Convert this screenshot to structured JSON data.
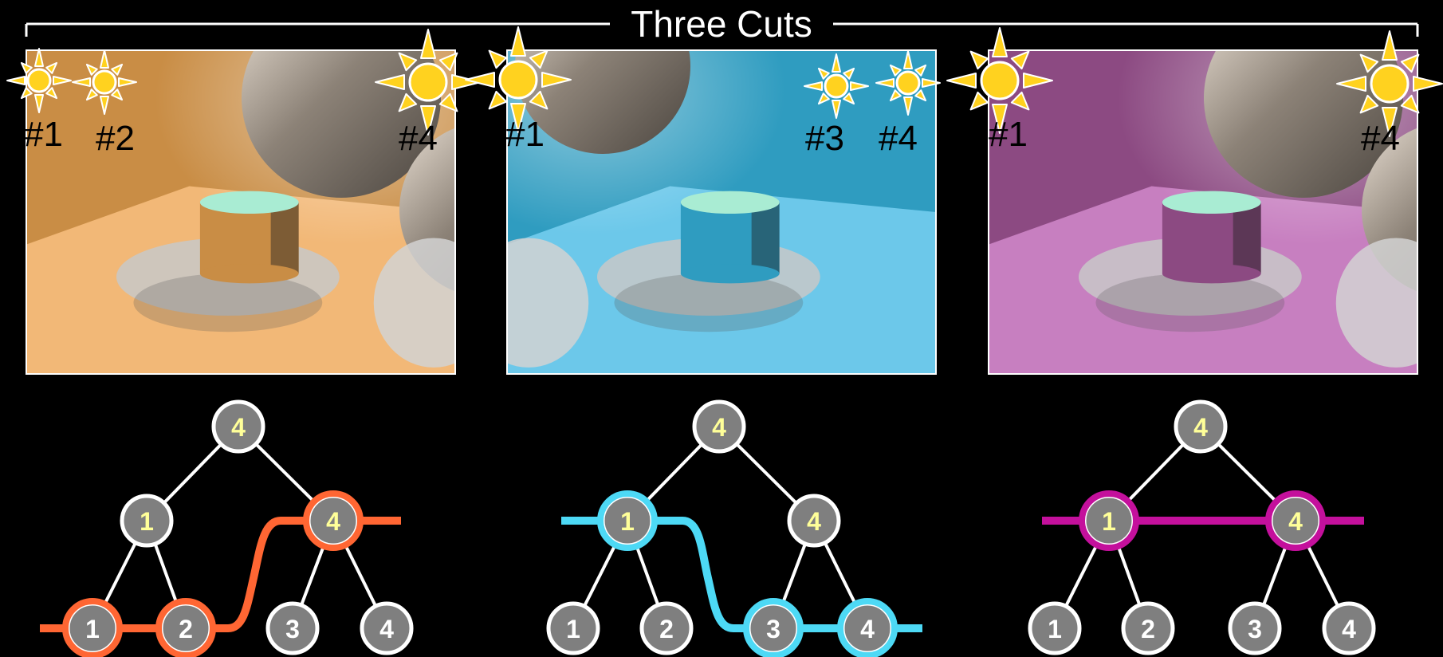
{
  "title": "Three Cuts",
  "colors": {
    "background": "#000000",
    "line": "#ffffff",
    "node_fill": "#7f7f7f",
    "node_text": "#ffff99",
    "cut1": "#ff6633",
    "cut2": "#4dd9f5",
    "cut3": "#c4109c",
    "sun": "#ffd21f",
    "sun_outline": "#ffffff"
  },
  "panels": [
    {
      "id": "cut1",
      "tint": "#c98d45",
      "tint_floor": "#f2b877",
      "lights": [
        {
          "label": "#1",
          "size": "small"
        },
        {
          "label": "#2",
          "size": "small"
        },
        {
          "label": "#4",
          "size": "large"
        }
      ],
      "tree": {
        "root": "4",
        "mid": [
          "1",
          "4"
        ],
        "leaves": [
          "1",
          "2",
          "3",
          "4"
        ]
      },
      "cut_nodes": [
        "leaf-1",
        "leaf-2",
        "mid-4"
      ]
    },
    {
      "id": "cut2",
      "tint": "#2f9cc0",
      "tint_floor": "#6cc8ea",
      "lights": [
        {
          "label": "#1",
          "size": "large"
        },
        {
          "label": "#3",
          "size": "small"
        },
        {
          "label": "#4",
          "size": "small"
        }
      ],
      "tree": {
        "root": "4",
        "mid": [
          "1",
          "4"
        ],
        "leaves": [
          "1",
          "2",
          "3",
          "4"
        ]
      },
      "cut_nodes": [
        "mid-1",
        "leaf-3",
        "leaf-4"
      ]
    },
    {
      "id": "cut3",
      "tint": "#8c4a82",
      "tint_floor": "#c77fc0",
      "lights": [
        {
          "label": "#1",
          "size": "large"
        },
        {
          "label": "#4",
          "size": "large"
        }
      ],
      "tree": {
        "root": "4",
        "mid": [
          "1",
          "4"
        ],
        "leaves": [
          "1",
          "2",
          "3",
          "4"
        ]
      },
      "cut_nodes": [
        "mid-1",
        "mid-4"
      ]
    }
  ]
}
